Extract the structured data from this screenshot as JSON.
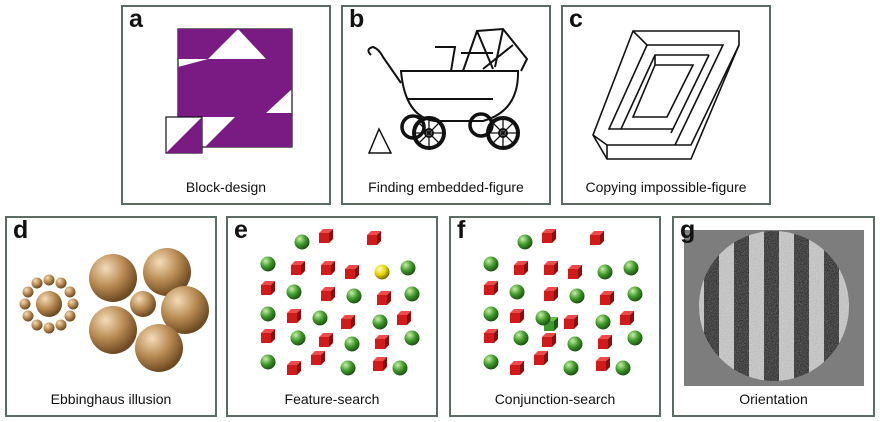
{
  "panels": [
    {
      "letter": "a",
      "caption": "Block-design"
    },
    {
      "letter": "b",
      "caption": "Finding embedded-figure"
    },
    {
      "letter": "c",
      "caption": "Copying impossible-figure"
    },
    {
      "letter": "d",
      "caption": "Ebbinghaus illusion"
    },
    {
      "letter": "e",
      "caption": "Feature-search"
    },
    {
      "letter": "f",
      "caption": "Conjunction-search"
    },
    {
      "letter": "g",
      "caption": "Orientation"
    }
  ],
  "colors": {
    "frame": "#5b6d63",
    "block_purple": "#7a1b84",
    "sphere_green": "#3f9a2b",
    "cube_red": "#d11a1a",
    "target_yellow": "#e8d600",
    "ebbinghaus_bronze": "#b88a52"
  }
}
